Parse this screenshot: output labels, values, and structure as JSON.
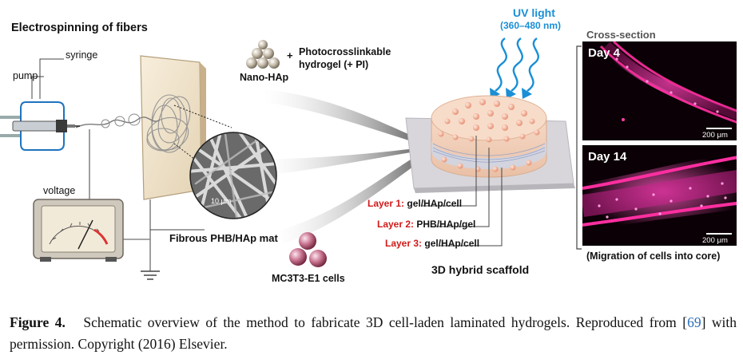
{
  "labels": {
    "electrospinning": "Electrospinning of fibers",
    "syringe": "syringe",
    "pump": "pump",
    "voltage": "voltage",
    "nano_hap": "Nano-HAp",
    "plus": "+",
    "hydrogel_line1": "Photocrosslinkable",
    "hydrogel_line2": "hydrogel (+ PI)",
    "uv_line1": "UV light",
    "uv_line2": "(360–480 nm)",
    "scale_inset": "10 μm",
    "mat": "Fibrous PHB/HAp mat",
    "cells": "MC3T3-E1 cells",
    "scaffold": "3D hybrid scaffold",
    "cross_section": "Cross-section",
    "day4": "Day 4",
    "day14": "Day 14",
    "scale_panel": "200 μm",
    "migration": "(Migration of cells into core)"
  },
  "layers": [
    {
      "num": "Layer 1:",
      "desc": "gel/HAp/cell"
    },
    {
      "num": "Layer 2:",
      "desc": "PHB/HAp/gel"
    },
    {
      "num": "Layer 3:",
      "desc": "gel/HAp/cell"
    }
  ],
  "caption": {
    "figure_label": "Figure 4.",
    "text_before_ref": "Schematic overview of the method to fabricate 3D cell-laden laminated hydrogels. Reproduced from [",
    "ref": "69",
    "text_after_ref": "] with permission. Copyright (2016) Elsevier."
  },
  "colors": {
    "layer_label_red": "#d11a1a",
    "uv_blue": "#1a8fd6",
    "fluorescence_magenta": "#ff2fa0",
    "panel_bg": "#0a0005",
    "reference_link": "#2a6fb8"
  }
}
